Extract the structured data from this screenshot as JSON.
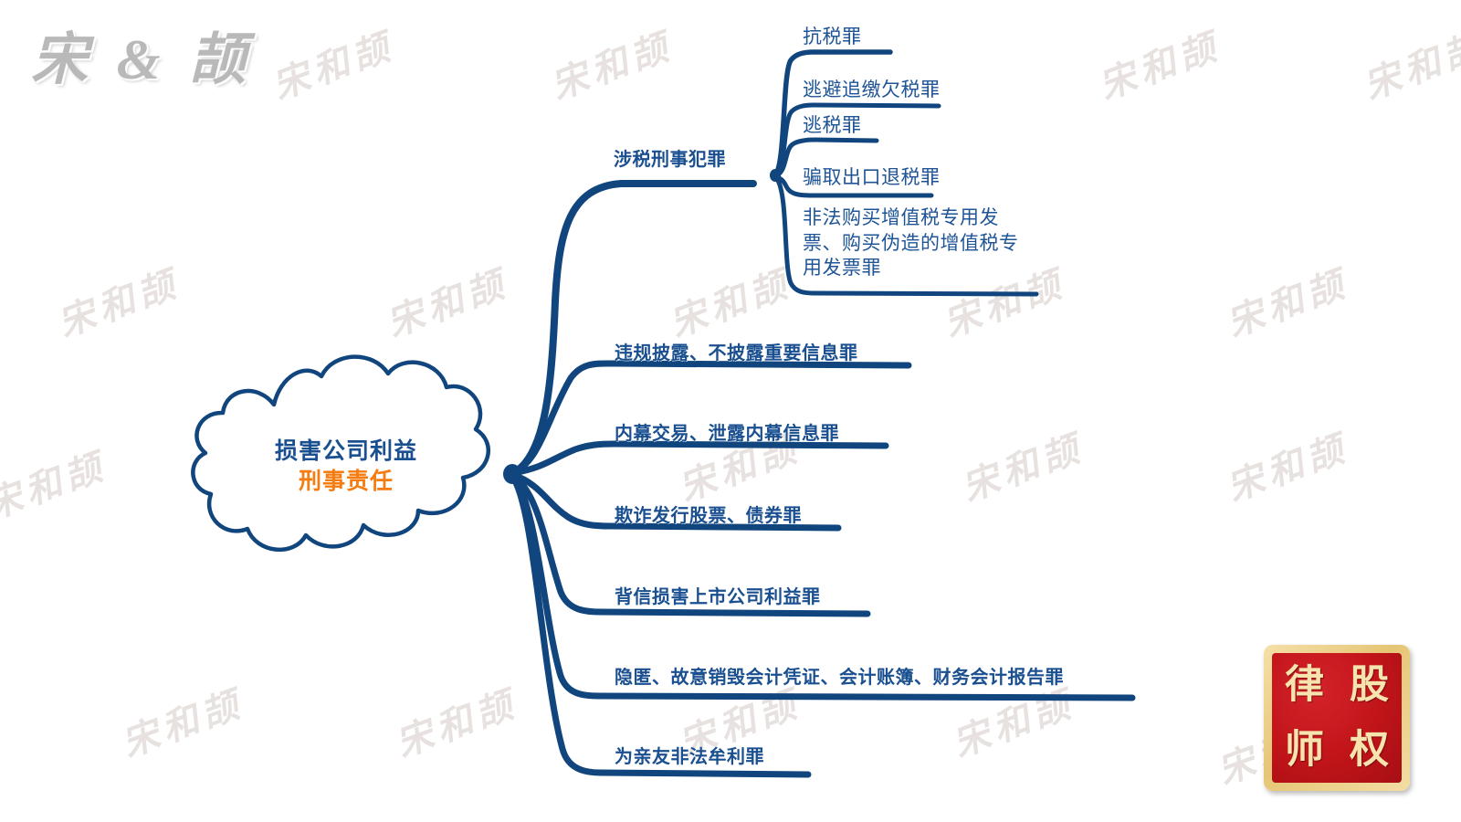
{
  "brand": {
    "logo_text": "宋 & 颉",
    "watermark_text": "宋和颉"
  },
  "seal": {
    "characters": [
      "律",
      "股",
      "师",
      "权"
    ],
    "reading": "股权律师",
    "plate_color": "#c01419",
    "frame_color": "#e6c676",
    "text_color": "#f7e3ae"
  },
  "colors": {
    "branch_stroke": "#11457e",
    "label_blue": "#1a4f90",
    "leaf_blue": "#1f5496",
    "accent_orange": "#f57c10",
    "background": "#ffffff",
    "watermark_gray": "#e7e2df"
  },
  "central_node": {
    "shape": "cloud",
    "line1": "损害公司利益",
    "line2": "刑事责任"
  },
  "branches": [
    {
      "id": "tax-crimes",
      "label": "涉税刑事犯罪",
      "children": [
        {
          "id": "tax-resistance",
          "label": "抗税罪"
        },
        {
          "id": "evade-recovery",
          "label": "逃避追缴欠税罪"
        },
        {
          "id": "tax-evasion",
          "label": "逃税罪"
        },
        {
          "id": "export-rebate-fraud",
          "label": "骗取出口退税罪"
        },
        {
          "id": "illegal-vat-invoice",
          "label": "非法购买增值税专用发票、购买伪造的增值税专用发票罪"
        }
      ]
    },
    {
      "id": "illegal-disclosure",
      "label": "违规披露、不披露重要信息罪",
      "children": []
    },
    {
      "id": "insider-trading",
      "label": "内幕交易、泄露内幕信息罪",
      "children": []
    },
    {
      "id": "fraudulent-issuance",
      "label": "欺诈发行股票、债券罪",
      "children": []
    },
    {
      "id": "breach-of-trust",
      "label": "背信损害上市公司利益罪",
      "children": []
    },
    {
      "id": "conceal-destroy-accounting",
      "label": "隐匿、故意销毁会计凭证、会计账簿、财务会计报告罪",
      "children": []
    },
    {
      "id": "illegal-profit-relatives",
      "label": "为亲友非法牟利罪",
      "children": []
    }
  ]
}
